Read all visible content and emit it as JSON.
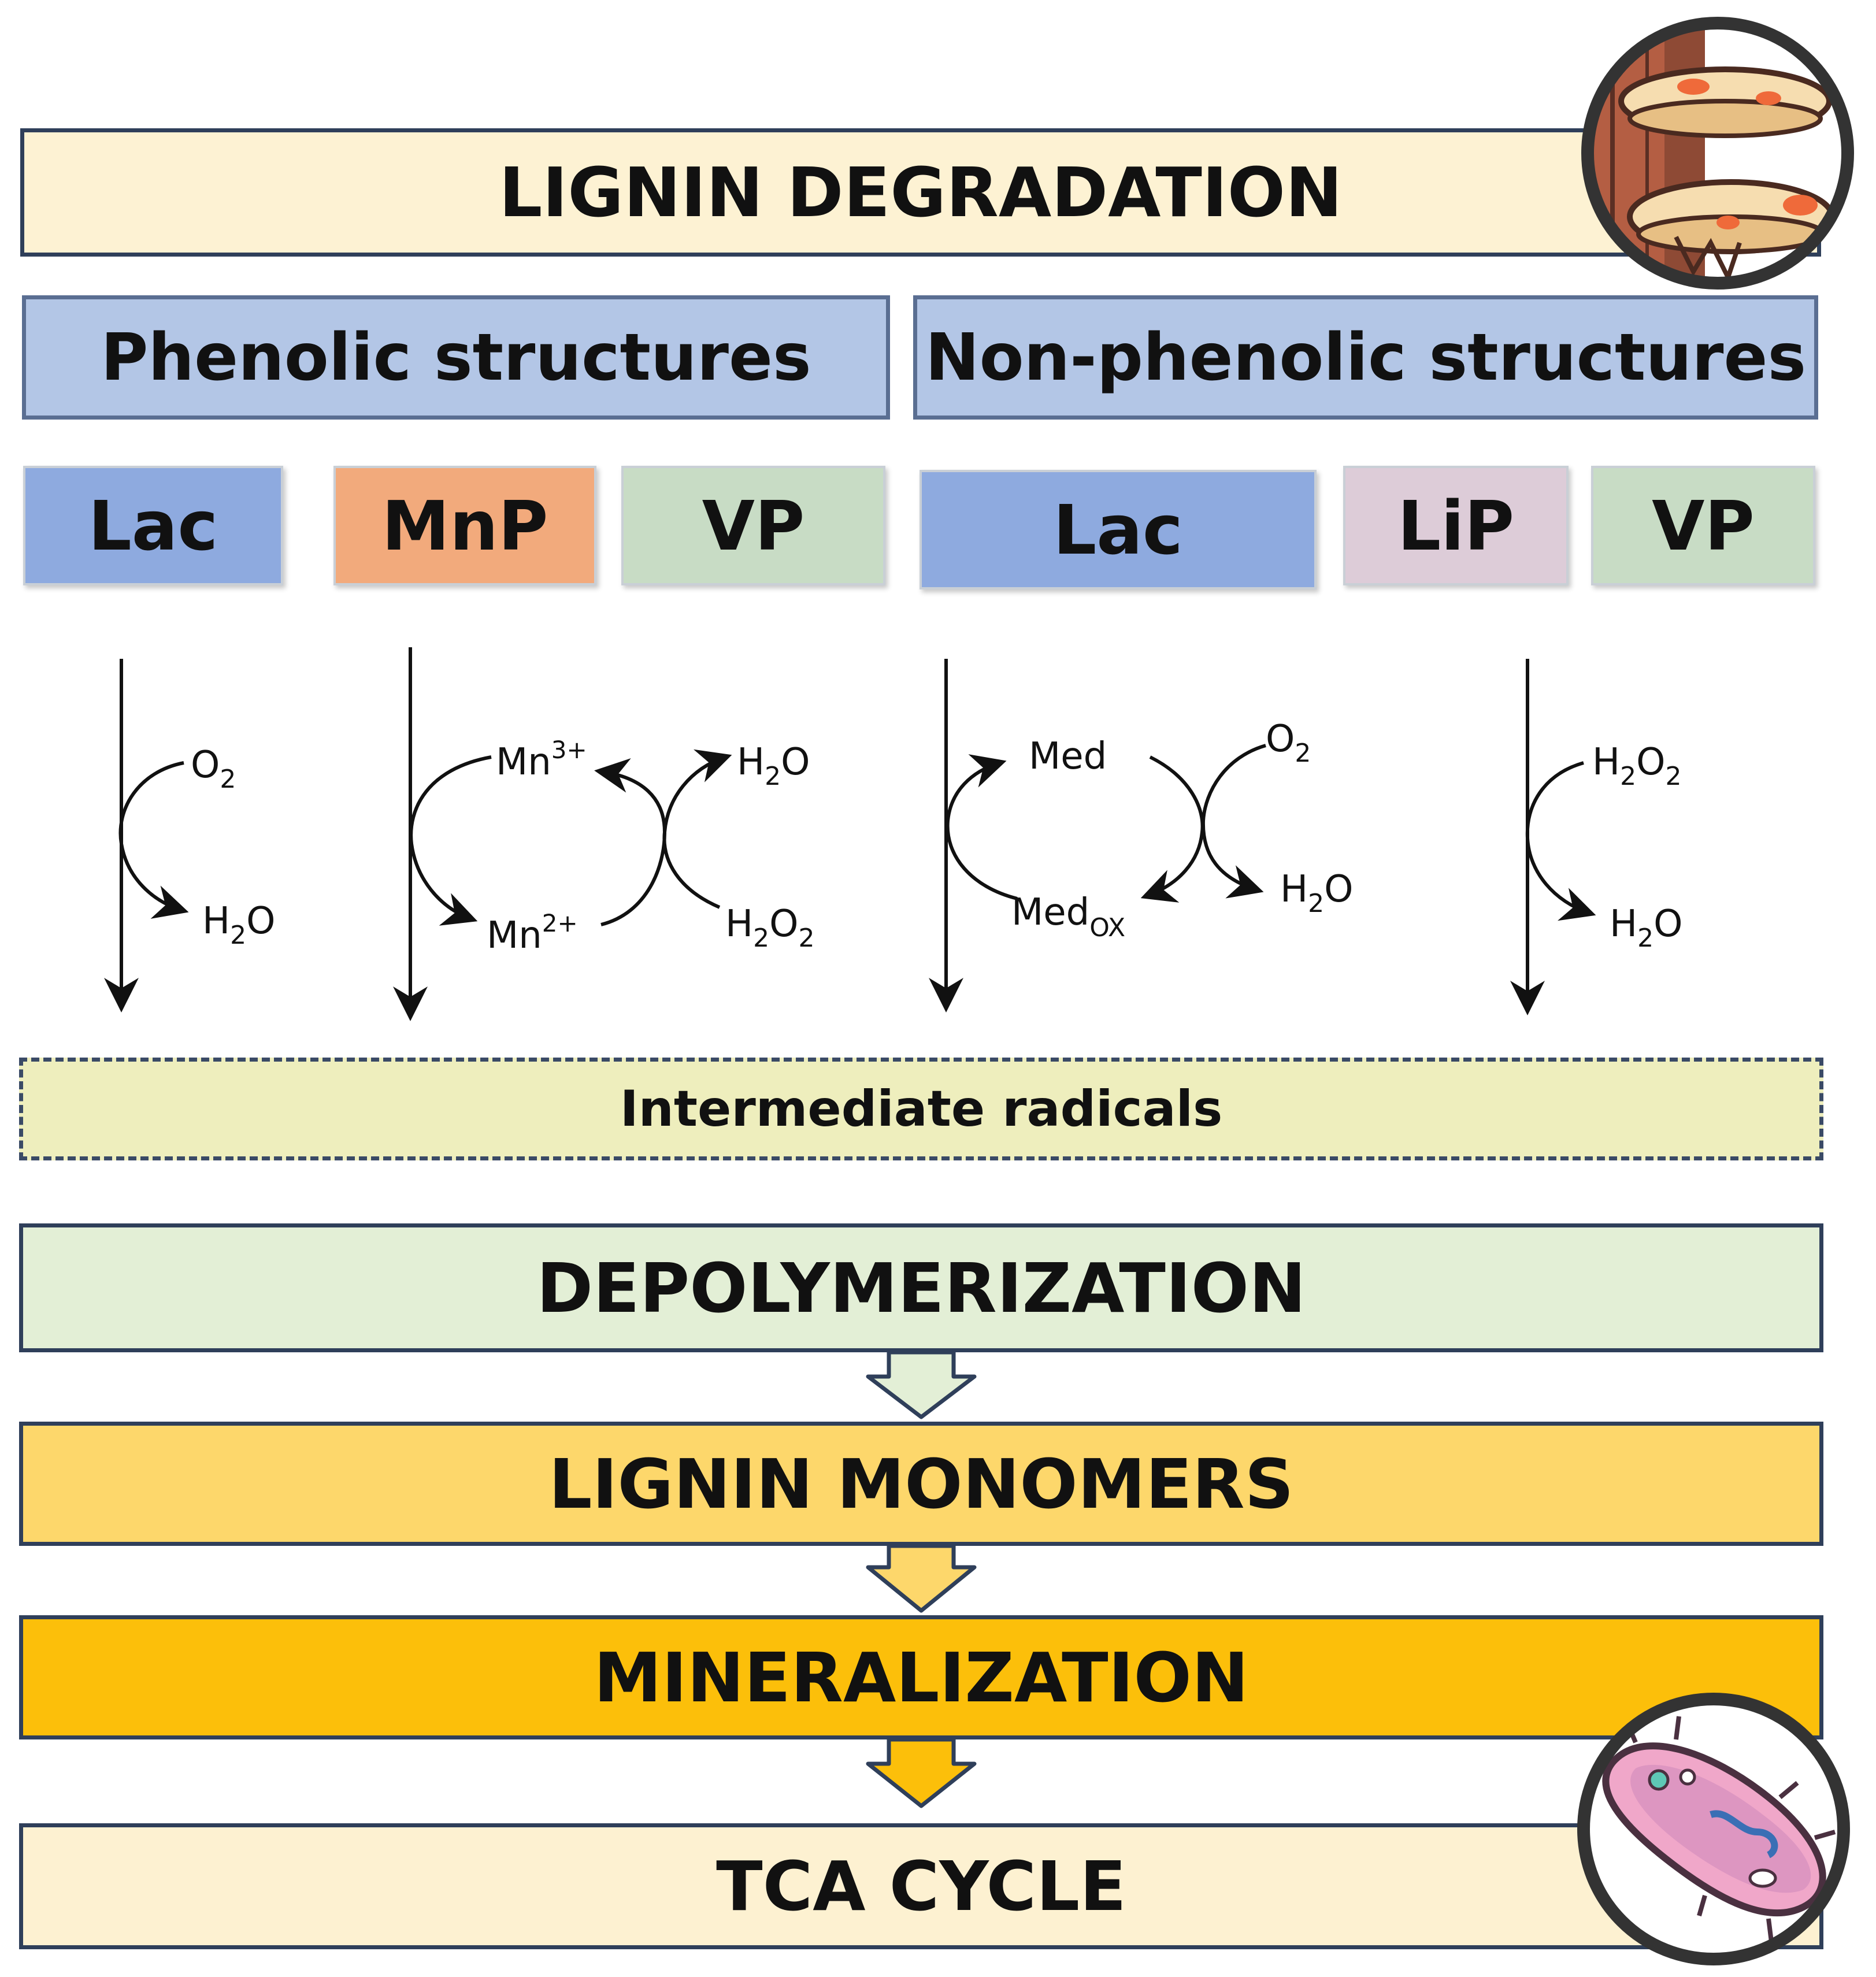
{
  "title": "LIGNIN DEGRADATION",
  "substrates": {
    "phenolic": "Phenolic structures",
    "non_phenolic": "Non-phenolic structures"
  },
  "enzymes": {
    "lac_phenolic": "Lac",
    "mnp": "MnP",
    "vp_phenolic": "VP",
    "lac_non_phenolic": "Lac",
    "lip": "LiP",
    "vp_non_phenolic": "VP"
  },
  "reactions": {
    "lac": {
      "o2": "O",
      "o2_sub": "2",
      "h2o_main": "H",
      "h2o_sub": "2",
      "h2o_tail": "O"
    },
    "mnp": {
      "mn3_main": "Mn",
      "mn3_sup": "3+",
      "mn2_main": "Mn",
      "mn2_sup": "2+",
      "h2o_main": "H",
      "h2o_sub": "2",
      "h2o_tail": "O",
      "h2o2_h": "H",
      "h2o2_sub1": "2",
      "h2o2_o": "O",
      "h2o2_sub2": "2"
    },
    "lac_mediator": {
      "med": "Med",
      "medox_main": "Med",
      "medox_sub": "OX",
      "o2_main": "O",
      "o2_sub": "2",
      "h2o_main": "H",
      "h2o_sub": "2",
      "h2o_tail": "O"
    },
    "vp": {
      "h2o2_h": "H",
      "h2o2_sub1": "2",
      "h2o2_o": "O",
      "h2o2_sub2": "2",
      "h2o_main": "H",
      "h2o_sub": "2",
      "h2o_tail": "O"
    }
  },
  "intermediate": "Intermediate radicals",
  "stages": [
    "DEPOLYMERIZATION",
    "LIGNIN MONOMERS",
    "MINERALIZATION",
    "TCA CYCLE"
  ],
  "colors": {
    "lac": "#8eaadf",
    "mnp": "#f2aa7c",
    "vp": "#c8dcc5",
    "lip": "#ddccd8",
    "depolymerization": "#e3efd6",
    "monomers": "#fdd76b",
    "mineralization": "#fcbf0a",
    "tca": "#fdf1d1"
  },
  "icons": [
    "mushroom-icon",
    "bacterium-icon"
  ]
}
